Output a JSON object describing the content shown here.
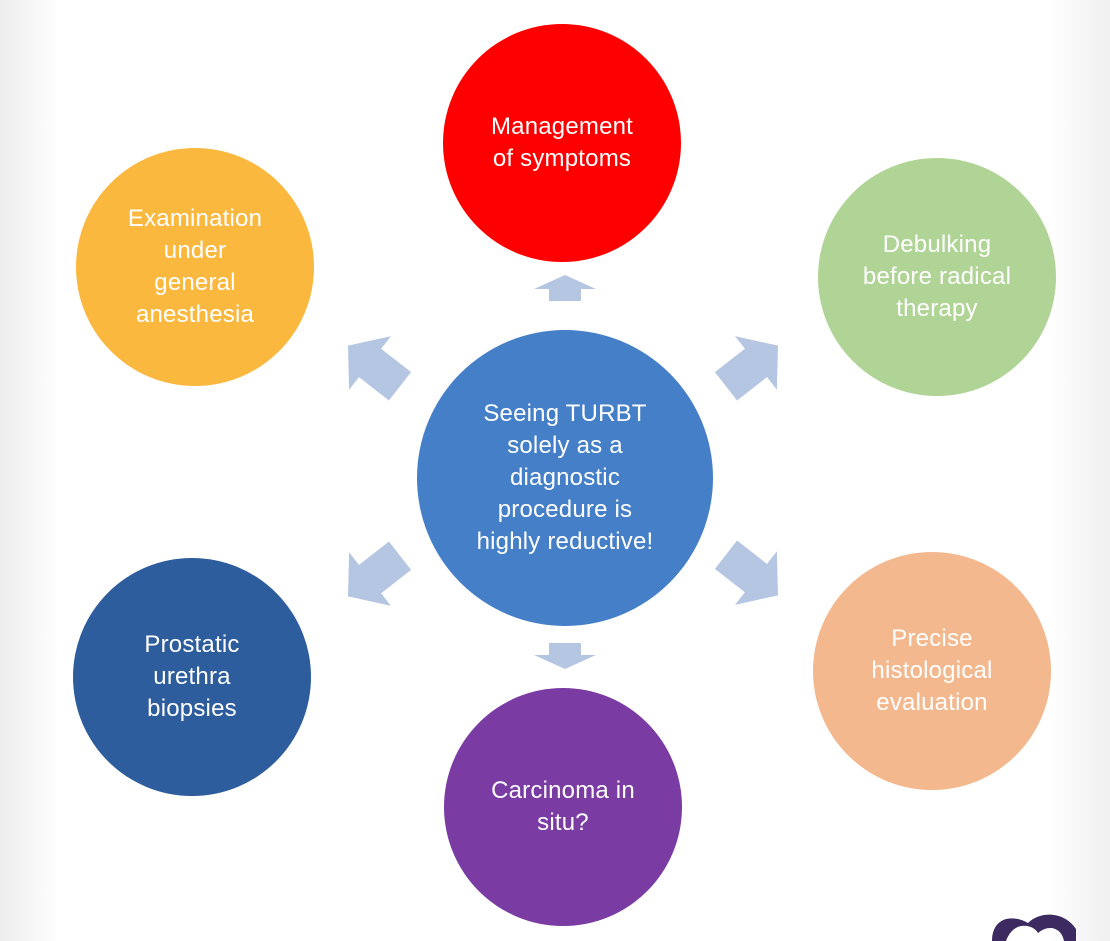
{
  "diagram": {
    "center": {
      "text": "Seeing TURBT\nsolely as a\ndiagnostic\nprocedure is\nhighly reductive!",
      "color": "#447fc7"
    },
    "nodes": [
      {
        "id": "top",
        "text": "Management\nof symptoms",
        "color": "#fe0000"
      },
      {
        "id": "top-right",
        "text": "Debulking\nbefore radical\ntherapy",
        "color": "#b0d495"
      },
      {
        "id": "bottom-right",
        "text": "Precise\nhistological\nevaluation",
        "color": "#f4b88f"
      },
      {
        "id": "bottom",
        "text": "Carcinoma in\nsitu?",
        "color": "#7a3ba3"
      },
      {
        "id": "bottom-left",
        "text": "Prostatic\nurethra\nbiopsies",
        "color": "#2d5d9c"
      },
      {
        "id": "top-left",
        "text": "Examination\nunder\ngeneral\nanesthesia",
        "color": "#fbb83e"
      }
    ],
    "arrow_color": "#b5c6e2",
    "logo_color": "#3d2a60"
  }
}
